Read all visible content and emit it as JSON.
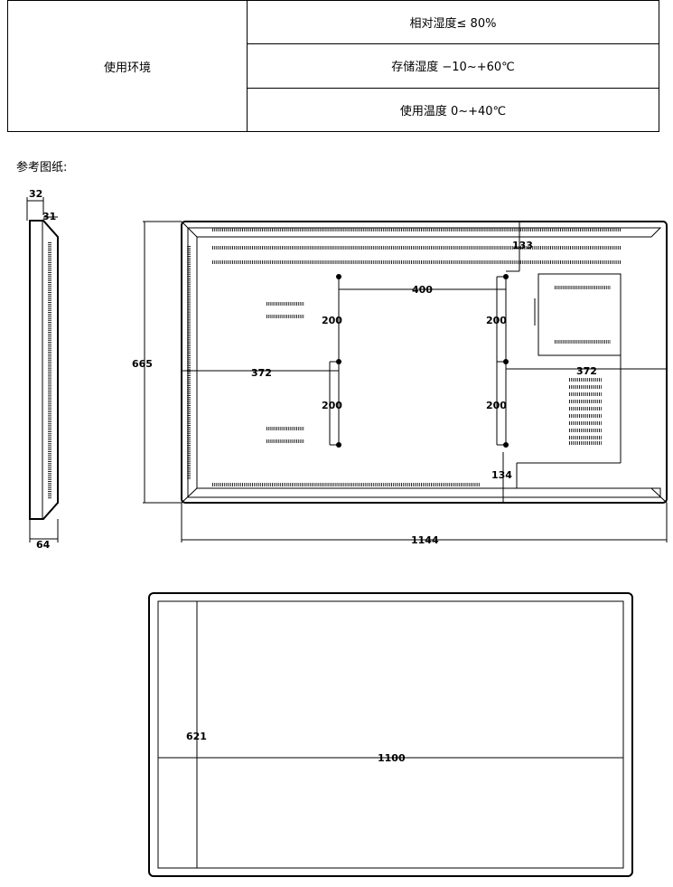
{
  "spec_table": {
    "category": "使用环境",
    "rows": [
      "相对湿度≤ 80%",
      "存储湿度 −10~+60℃",
      "使用温度 0~+40℃"
    ]
  },
  "reference_drawing": {
    "title": "参考图纸:",
    "side_view": {
      "top_depth_1": "32",
      "top_depth_2": "31",
      "bottom_depth": "64"
    },
    "rear_view": {
      "height": "665",
      "width": "1144",
      "hole_spacing_horizontal": "400",
      "hole_spacing_vertical_upper_left": "200",
      "hole_spacing_vertical_lower_left": "200",
      "hole_spacing_vertical_upper_right": "200",
      "hole_spacing_vertical_lower_right": "200",
      "offset_left": "372",
      "offset_right": "372",
      "offset_top": "133",
      "offset_bottom": "134"
    },
    "front_view": {
      "display_height": "621",
      "display_width": "1100"
    }
  }
}
